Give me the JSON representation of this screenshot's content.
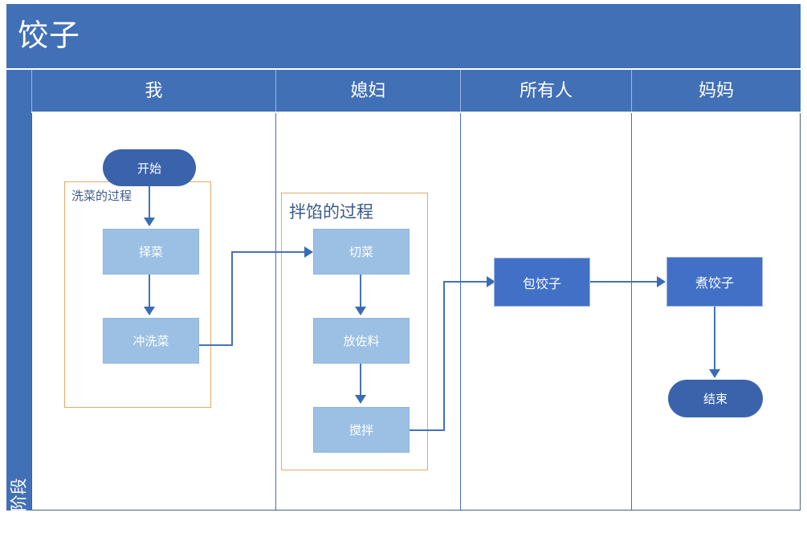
{
  "diagram": {
    "title": "饺子",
    "phase_label": "阶段",
    "lanes": [
      {
        "label": "我"
      },
      {
        "label": "媳妇"
      },
      {
        "label": "所有人"
      },
      {
        "label": "妈妈"
      }
    ],
    "groups": [
      {
        "title": "洗菜的过程"
      },
      {
        "title": "拌馅的过程"
      }
    ],
    "nodes": [
      {
        "id": "start",
        "label": "开始",
        "lane": "我",
        "shape": "terminator"
      },
      {
        "id": "zecai",
        "label": "择菜",
        "lane": "我",
        "shape": "process"
      },
      {
        "id": "chongxi",
        "label": "冲洗菜",
        "lane": "我",
        "shape": "process"
      },
      {
        "id": "qiecai",
        "label": "切菜",
        "lane": "媳妇",
        "shape": "process"
      },
      {
        "id": "zuoliao",
        "label": "放佐料",
        "lane": "媳妇",
        "shape": "process"
      },
      {
        "id": "jiaoban",
        "label": "搅拌",
        "lane": "媳妇",
        "shape": "process"
      },
      {
        "id": "baojiao",
        "label": "包饺子",
        "lane": "所有人",
        "shape": "process"
      },
      {
        "id": "zhujiao",
        "label": "煮饺子",
        "lane": "妈妈",
        "shape": "process"
      },
      {
        "id": "end",
        "label": "结束",
        "lane": "妈妈",
        "shape": "terminator"
      }
    ],
    "colors": {
      "band": "#4270b6",
      "terminator": "#3a63ab",
      "process_light": "#9cc0e4",
      "process_dark": "#4270c6",
      "group_border": "#e8a766",
      "connector": "#4472b8"
    }
  }
}
